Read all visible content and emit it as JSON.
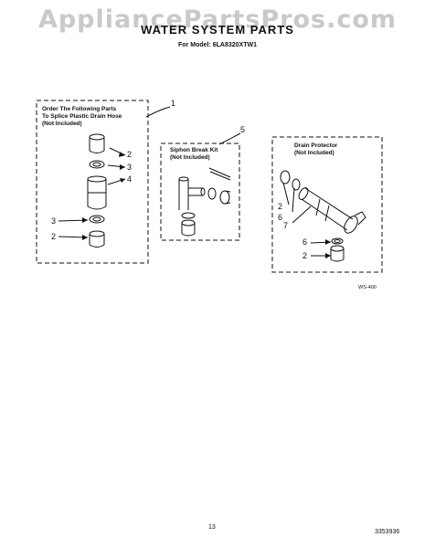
{
  "watermark": "AppliancePartsPros.com",
  "title": "WATER SYSTEM PARTS",
  "subtitle": "For Model: 6LA8320XTW1",
  "boxes": {
    "splice": {
      "label_line1": "Order The Following Parts",
      "label_line2": "To Splice Plastic Drain Hose",
      "label_line3": "(Not Included)",
      "callout": "1"
    },
    "siphon": {
      "label_line1": "Siphon Break Kit",
      "label_line2": "(Not Included)",
      "callout": "5"
    },
    "drain": {
      "label_line1": "Drain Protector",
      "label_line2": "(Not Included)"
    }
  },
  "callouts": {
    "splice": [
      "2",
      "3",
      "4",
      "3",
      "2"
    ],
    "drain": [
      "2",
      "6",
      "7",
      "6",
      "2"
    ]
  },
  "figure_code": "WS-400",
  "page_number": "13",
  "doc_number": "3353936"
}
